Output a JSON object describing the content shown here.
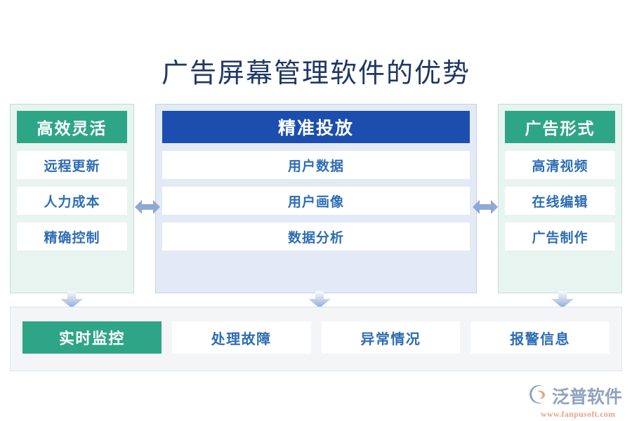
{
  "title": "广告屏幕管理软件的优势",
  "colors": {
    "green": "#2FA587",
    "blue": "#1B4EAE",
    "text_blue": "#2E6DB4",
    "title_navy": "#1F3864",
    "side_panel_bg": "#E8F4EF",
    "center_panel_bg": "#E3EAF5",
    "bottom_panel_bg": "#F3F5F7",
    "arrow_blue": "#8FA8D8"
  },
  "columns": {
    "left": {
      "header": "高效灵活",
      "items": [
        "远程更新",
        "人力成本",
        "精确控制"
      ]
    },
    "center": {
      "header": "精准投放",
      "items": [
        "用户数据",
        "用户画像",
        "数据分析"
      ]
    },
    "right": {
      "header": "广告形式",
      "items": [
        "高清视频",
        "在线编辑",
        "广告制作"
      ]
    }
  },
  "bottom": {
    "items": [
      "实时监控",
      "处理故障",
      "异常情况",
      "报警信息"
    ]
  },
  "logo": {
    "name": "泛普软件",
    "url": "www.fanpusoft.com"
  }
}
